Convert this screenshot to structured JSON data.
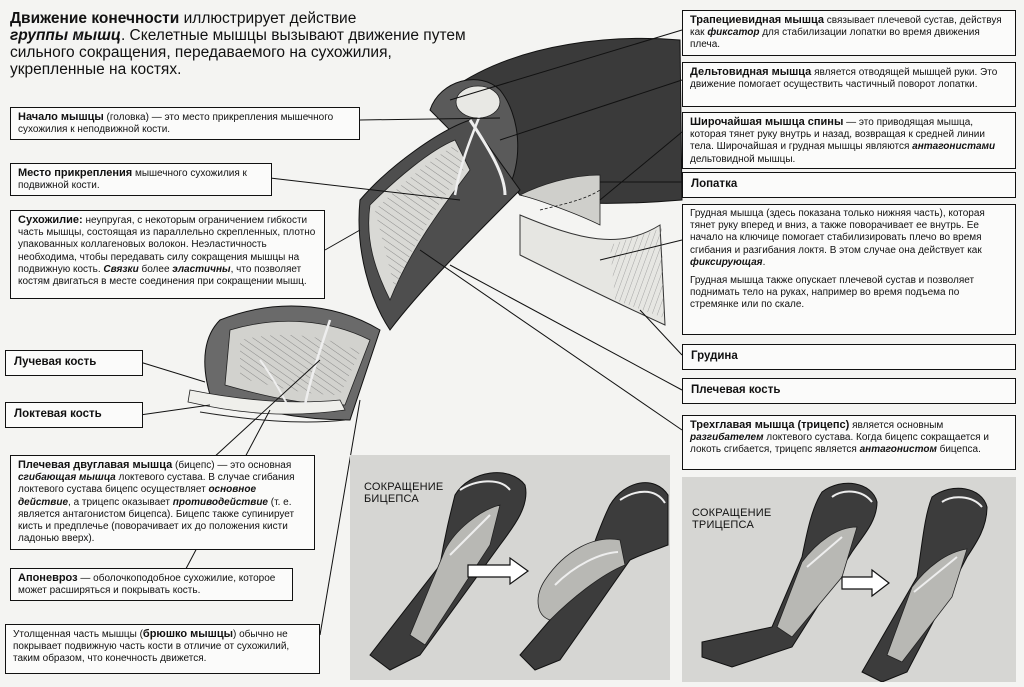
{
  "intro": {
    "lead_bold": "Движение конечности",
    "lead_rest": " иллюстрирует действие",
    "group_bold": "группы мышц",
    "rest": ". Скелетные мышцы вызывают движение путем сильного сокращения, передаваемого на сухожилия, укрепленные на костях."
  },
  "left": {
    "origin": {
      "title": "Начало мышцы",
      "text": " (головка) — это место прикрепления мышечного сухожилия к неподвижной кости."
    },
    "insertion": {
      "title": "Место прикрепления",
      "text": " мышечного сухожилия к подвижной кости."
    },
    "tendon": {
      "title": "Сухожилие:",
      "text1": " неупругая, с некоторым ограничением гибкости часть мышцы, состоящая из параллельно скрепленных, плотно упакованных коллагеновых волокон. Неэластичность необходима, чтобы передавать силу сокращения мышцы на подвижную кость. ",
      "em": "Связки",
      "text2": " более ",
      "em2": "эластичны",
      "text3": ", что позволяет костям двигаться в месте соединения при сокращении мышц."
    },
    "radius": "Лучевая кость",
    "ulna": "Локтевая кость",
    "biceps": {
      "title": "Плечевая двуглавая мышца",
      "text1": " (бицепс) — это основная ",
      "em1": "сгибающая мышца",
      "text2": " локтевого сустава. В случае сгибания локтевого сустава бицепс осуществляет ",
      "em2": "основное действие",
      "text3": ", а трицепс оказывает ",
      "em3": "противодействие",
      "text4": " (т. е. является антагонистом бицепса). Бицепс также супинирует кисть и предплечье (поворачивает их до положения кисти ладонью вверх)."
    },
    "aponeurosis": {
      "title": "Апоневроз",
      "text": " — оболочкоподобное сухожилие, которое может расширяться и покрывать кость."
    },
    "belly": {
      "text1": "Утолщенная часть мышцы (",
      "title": "брюшко мышцы",
      "text2": ") обычно не покрывает подвижную часть кости в отличие от сухожилий, таким образом, что конечность движется."
    }
  },
  "right": {
    "trapezius": {
      "title": "Трапециевидная мышца",
      "text1": " связывает плечевой сустав, действуя как ",
      "em": "фиксатор",
      "text2": " для стабилизации лопатки во время движения плеча."
    },
    "deltoid": {
      "title": "Дельтовидная мышца",
      "text": " является отводящей мышцей руки. Это движение помогает осуществить частичный поворот лопатки."
    },
    "latissimus": {
      "title": "Широчайшая мышца спины",
      "text1": " — это приводящая мышца, которая тянет руку внутрь и назад, возвращая к средней линии тела. Широчайшая и грудная мышцы являются ",
      "em": "антагонистами",
      "text2": " дельтовидной мышцы."
    },
    "scapula": "Лопатка",
    "pectoral": {
      "p1": "Грудная мышца (здесь показана только нижняя часть), которая тянет руку вперед и вниз, а также поворачивает ее внутрь. Ее начало на ключице помогает стабилизировать плечо во время сгибания и разгибания локтя. В этом случае она действует как ",
      "em": "фиксирующая",
      "p1end": ".",
      "p2": "Грудная мышца также опускает плечевой сустав и позволяет поднимать тело на руках, например во время подъема по стремянке или по скале."
    },
    "sternum": "Грудина",
    "humerus": "Плечевая кость",
    "triceps": {
      "title": "Трехглавая мышца (трицепс)",
      "text1": " является основным ",
      "em1": "разгибателем",
      "text2": " локтевого сустава. Когда бицепс сокращается и локоть сгибается, трицепс является ",
      "em2": "антагонистом",
      "text3": " бицепса."
    }
  },
  "panels": {
    "biceps_label_1": "СОКРАЩЕНИЕ",
    "biceps_label_2": "БИЦЕПСА",
    "triceps_label_1": "СОКРАЩЕНИЕ",
    "triceps_label_2": "ТРИЦЕПСА"
  }
}
